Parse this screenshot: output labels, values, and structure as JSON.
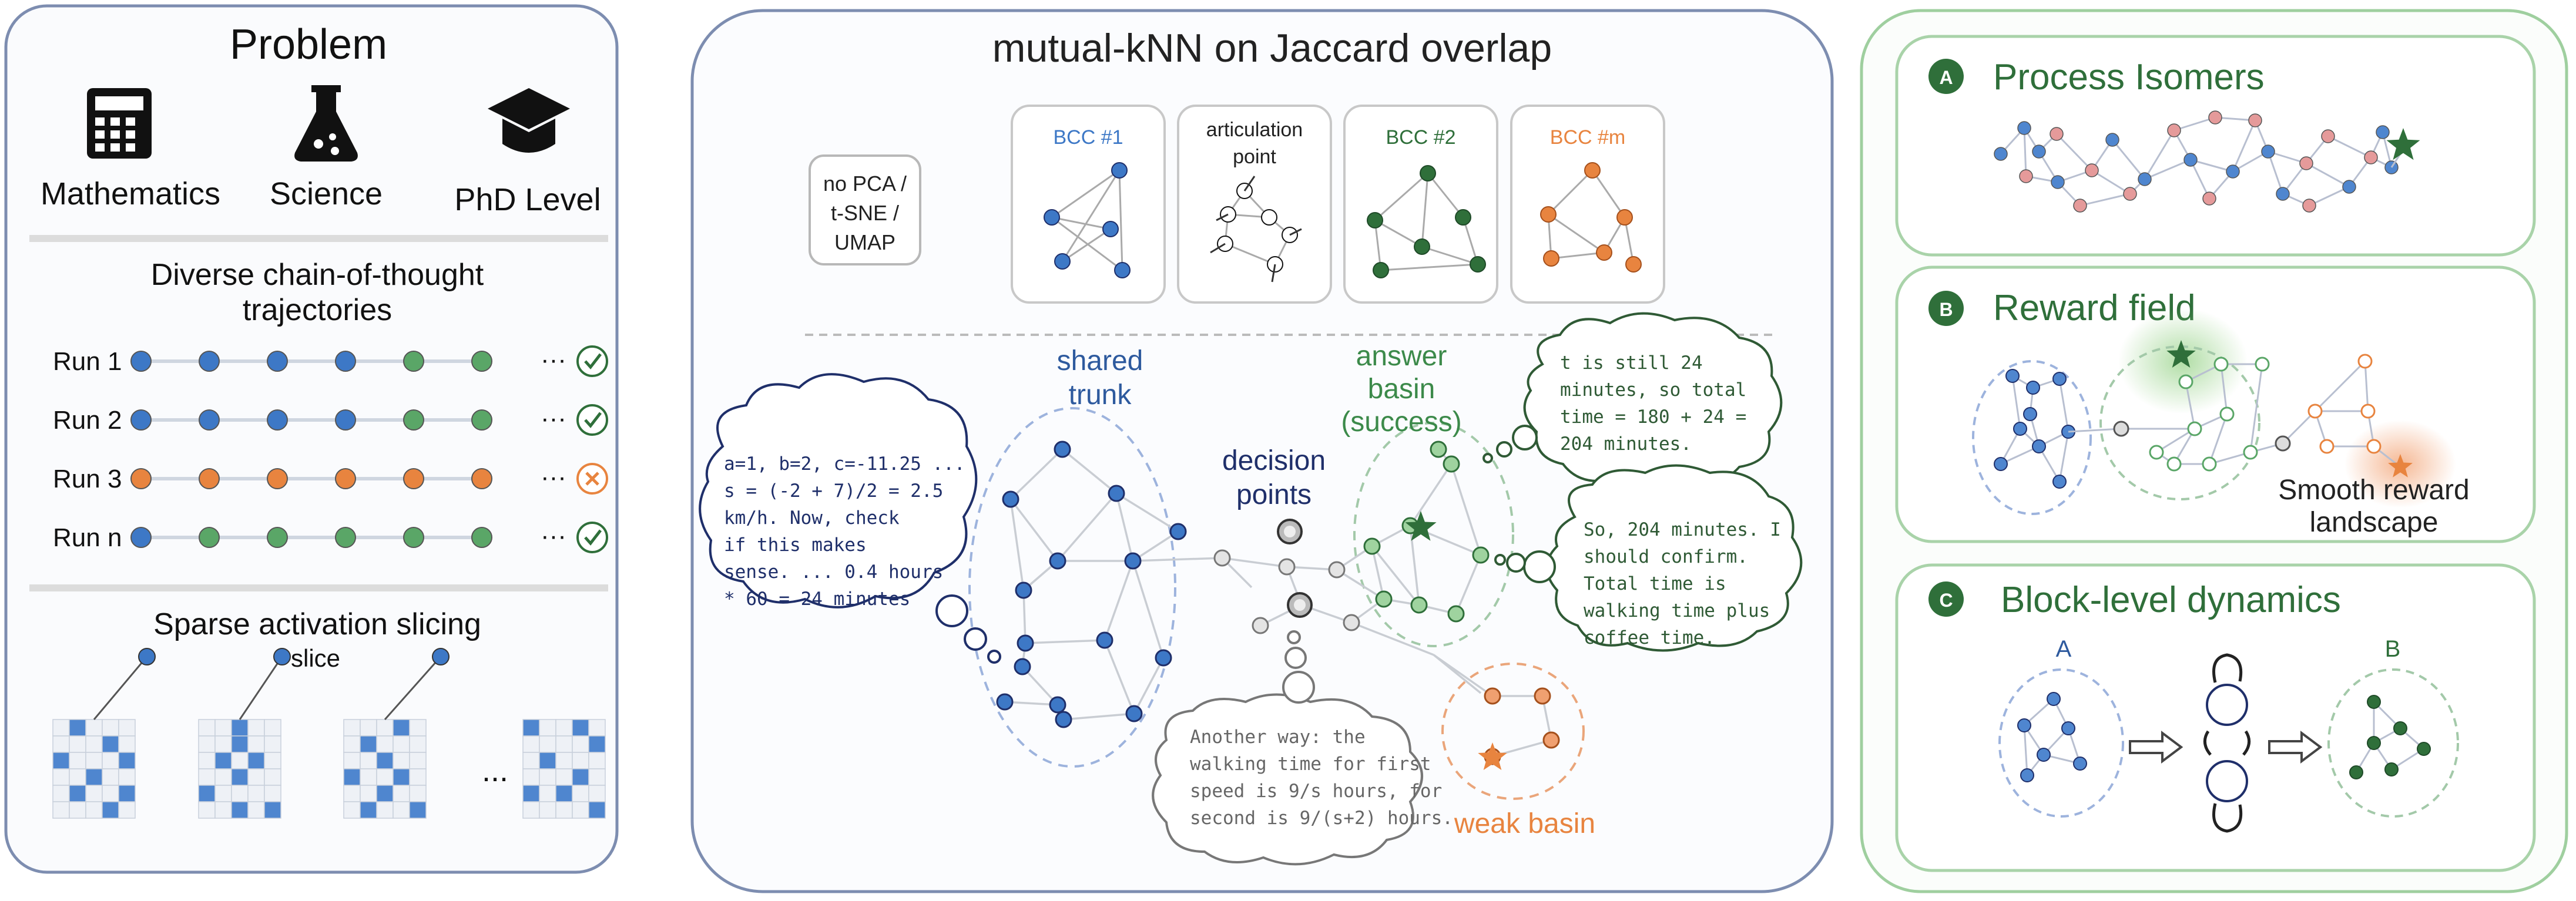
{
  "colors": {
    "blue": "#3d78c6",
    "green": "#5aa667",
    "darkgreen": "#2f6f3a",
    "orange": "#e8843f",
    "pink": "#e08f8f",
    "navy": "#1f2f6a",
    "panel_border_left": "#7a8fb8",
    "panel_border_right": "#9fcf9f"
  },
  "problem": {
    "title": "Problem",
    "categories": [
      {
        "icon": "calculator-icon",
        "label": "Mathematics"
      },
      {
        "icon": "flask-icon",
        "label": "Science"
      },
      {
        "icon": "graduation-cap-icon",
        "label": "PhD Level"
      }
    ],
    "cot_title_line1": "Diverse chain-of-thought",
    "cot_title_line2": "trajectories",
    "runs": [
      {
        "label": "Run 1",
        "status": "check",
        "dots": [
          "blue",
          "blue",
          "blue",
          "blue",
          "green",
          "green"
        ]
      },
      {
        "label": "Run 2",
        "status": "check",
        "dots": [
          "blue",
          "blue",
          "blue",
          "blue",
          "green",
          "green"
        ]
      },
      {
        "label": "Run 3",
        "status": "cross",
        "dots": [
          "orange",
          "orange",
          "orange",
          "orange",
          "orange",
          "orange"
        ]
      },
      {
        "label": "Run n",
        "status": "check",
        "dots": [
          "blue",
          "green",
          "green",
          "green",
          "green",
          "green"
        ]
      }
    ],
    "ellipsis": "···",
    "slicing_title": "Sparse activation slicing",
    "slice_label": "slice",
    "slices_ellipsis": "..."
  },
  "middle": {
    "title": "mutual-kNN on Jaccard overlap",
    "no_pca_lines": [
      "no PCA /",
      "t-SNE /",
      "UMAP"
    ],
    "bcc_cards": [
      {
        "label": "BCC #1",
        "color": "blue"
      },
      {
        "label_line1": "articulation",
        "label_line2": "point",
        "color": "navy"
      },
      {
        "label": "BCC #2",
        "color": "darkgreen"
      },
      {
        "label": "BCC #m",
        "color": "orange"
      }
    ],
    "shared_trunk_line1": "shared",
    "shared_trunk_line2": "trunk",
    "decision_line1": "decision",
    "decision_line2": "points",
    "answer_basin_line1": "answer",
    "answer_basin_line2": "basin",
    "answer_basin_line3": "(success)",
    "weak_basin": "weak basin",
    "cloud_left": [
      "a=1, b=2, c=-11.25 ...",
      "s = (-2 + 7)/2 = 2.5",
      "km/h. Now, check",
      "if this makes",
      "sense. ... 0.4 hours",
      "* 60 = 24 minutes"
    ],
    "cloud_bottom": [
      "Another way: the",
      "walking time for first",
      "speed is 9/s hours, for",
      "second is 9/(s+2) hours."
    ],
    "cloud_top_right": [
      "t is still 24",
      "minutes, so total",
      "time = 180 + 24 =",
      "204 minutes."
    ],
    "cloud_mid_right": [
      "So, 204 minutes. I",
      "should confirm.",
      "Total time is",
      "walking time plus",
      "coffee time."
    ]
  },
  "right": {
    "a_badge": "A",
    "a_title": "Process Isomers",
    "b_badge": "B",
    "b_title": "Reward field",
    "b_caption_line1": "Smooth reward",
    "b_caption_line2": "landscape",
    "c_badge": "C",
    "c_title": "Block-level dynamics",
    "c_label_a": "A",
    "c_label_b": "B"
  }
}
